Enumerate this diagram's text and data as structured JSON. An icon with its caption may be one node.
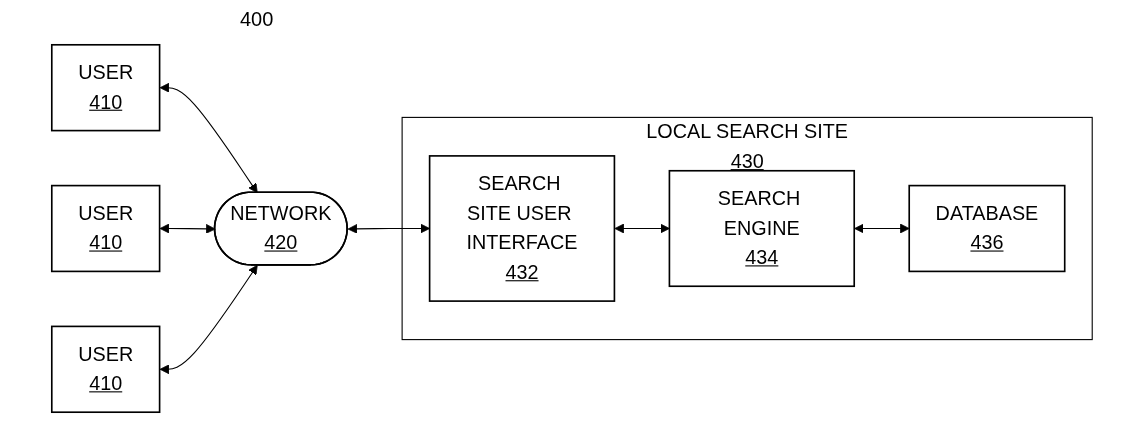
{
  "diagram": {
    "nodes": [
      {
        "text": [
          "USER",
          "410"
        ]
      },
      {
        "text": [
          "USER",
          "410"
        ]
      },
      {
        "text": [
          "USER",
          "410"
        ]
      },
      {
        "text": [
          "NETWORK",
          "420"
        ]
      },
      {
        "text": [
          "LOCAL SEARCH SITE",
          "430"
        ]
      },
      {
        "text": [
          "SEARCH SITE USER INTERFACE",
          "432"
        ],
        "in": 4
      },
      {
        "text": [
          "SEARCH ENGINE",
          "434"
        ],
        "in": 4
      },
      {
        "text": [
          "DATABASE",
          "436"
        ],
        "in": 4
      }
    ],
    "edges": [
      {
        "from": 0,
        "to": 3,
        "arrow": "both"
      },
      {
        "from": 1,
        "to": 3,
        "arrow": "both"
      },
      {
        "from": 2,
        "to": 3,
        "arrow": "both"
      },
      {
        "from": 3,
        "to": 5,
        "arrow": "both"
      },
      {
        "from": 5,
        "to": 6,
        "arrow": "both"
      },
      {
        "from": 6,
        "to": 7,
        "arrow": "both"
      }
    ],
    "labels": [
      "400"
    ]
  }
}
